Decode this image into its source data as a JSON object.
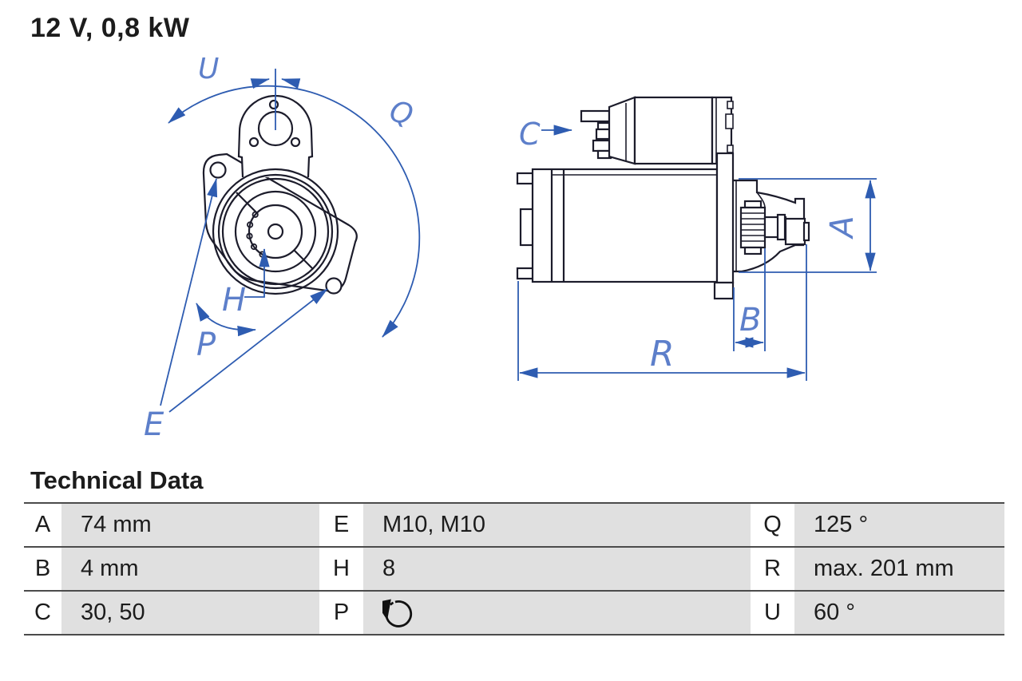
{
  "title": "12 V, 0,8 kW",
  "section_heading": "Technical Data",
  "diagram_labels": {
    "front": {
      "angle_u": "U",
      "angle_q": "Q",
      "teeth_h": "H",
      "rotation_p": "P",
      "thread_e": "E"
    },
    "side": {
      "terminal_c": "C",
      "dim_a": "A",
      "dim_b": "B",
      "dim_r": "R"
    }
  },
  "table": {
    "rows": [
      [
        {
          "key": "A",
          "value": "74 mm"
        },
        {
          "key": "E",
          "value": "M10, M10"
        },
        {
          "key": "Q",
          "value": "125 °"
        }
      ],
      [
        {
          "key": "B",
          "value": "4 mm"
        },
        {
          "key": "H",
          "value": "8"
        },
        {
          "key": "R",
          "value": "max. 201 mm"
        }
      ],
      [
        {
          "key": "C",
          "value": "30, 50"
        },
        {
          "key": "P",
          "value": ""
        },
        {
          "key": "U",
          "value": "60 °"
        }
      ]
    ]
  },
  "icons": {
    "p_cell": "rotation-direction-icon"
  },
  "colors": {
    "outline_dark": "#1c1c2b",
    "dimension_blue": "#2e5cb1",
    "label_blue": "#5d7fca",
    "table_value_gray": "#e0e0e0",
    "separator_gray": "#4b4b4b",
    "text_dark": "#1c1c1c"
  }
}
